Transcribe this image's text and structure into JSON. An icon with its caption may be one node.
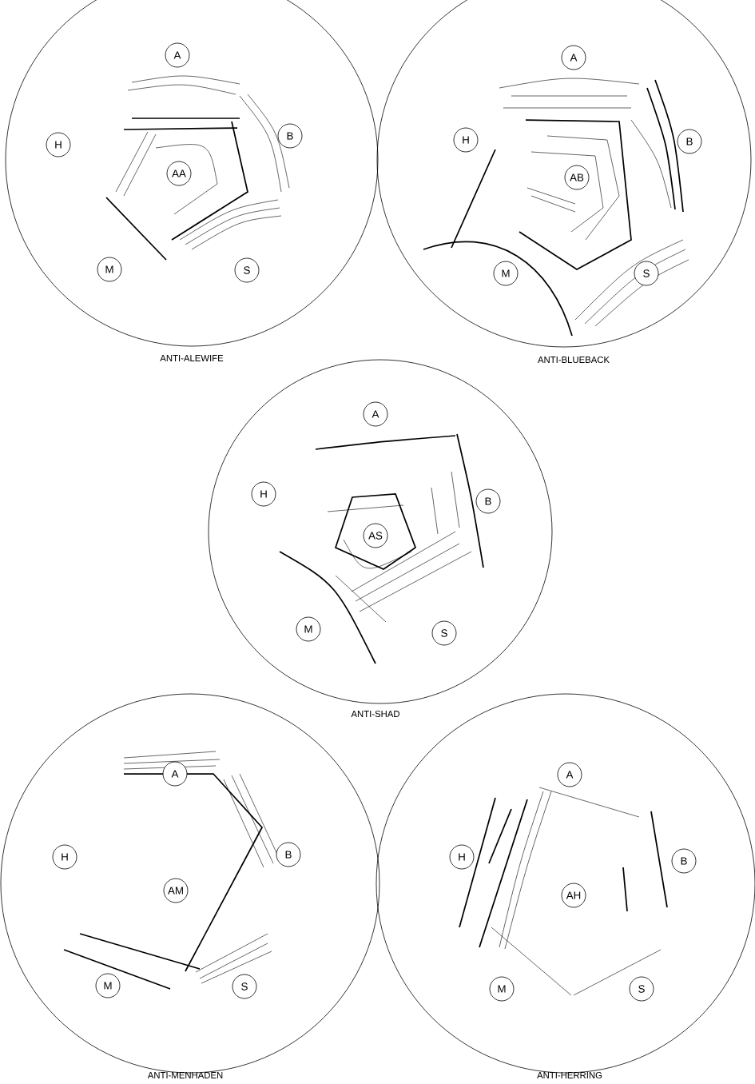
{
  "diagram": {
    "nodes": [
      {
        "text": [
          "ANTI-ALEWIFE"
        ]
      },
      {
        "text": [
          "A"
        ],
        "in": 0
      },
      {
        "text": [
          "H"
        ],
        "in": 0
      },
      {
        "text": [
          "B"
        ],
        "in": 0
      },
      {
        "text": [
          "AA"
        ],
        "in": 0
      },
      {
        "text": [
          "M"
        ],
        "in": 0
      },
      {
        "text": [
          "S"
        ],
        "in": 0
      },
      {
        "text": [
          "ANTI-BLUEBACK"
        ]
      },
      {
        "text": [
          "A"
        ],
        "in": 7
      },
      {
        "text": [
          "H"
        ],
        "in": 7
      },
      {
        "text": [
          "B"
        ],
        "in": 7
      },
      {
        "text": [
          "AB"
        ],
        "in": 7
      },
      {
        "text": [
          "M"
        ],
        "in": 7
      },
      {
        "text": [
          "S"
        ],
        "in": 7
      },
      {
        "text": [
          "ANTI-SHAD"
        ]
      },
      {
        "text": [
          "A"
        ],
        "in": 14
      },
      {
        "text": [
          "H"
        ],
        "in": 14
      },
      {
        "text": [
          "B"
        ],
        "in": 14
      },
      {
        "text": [
          "AS"
        ],
        "in": 14
      },
      {
        "text": [
          "M"
        ],
        "in": 14
      },
      {
        "text": [
          "S"
        ],
        "in": 14
      },
      {
        "text": [
          "ANTI-MENHADEN"
        ]
      },
      {
        "text": [
          "A"
        ],
        "in": 21
      },
      {
        "text": [
          "H"
        ],
        "in": 21
      },
      {
        "text": [
          "B"
        ],
        "in": 21
      },
      {
        "text": [
          "AM"
        ],
        "in": 21
      },
      {
        "text": [
          "M"
        ],
        "in": 21
      },
      {
        "text": [
          "S"
        ],
        "in": 21
      },
      {
        "text": [
          "ANTI-HERRING"
        ]
      },
      {
        "text": [
          "A"
        ],
        "in": 28
      },
      {
        "text": [
          "H"
        ],
        "in": 28
      },
      {
        "text": [
          "B"
        ],
        "in": 28
      },
      {
        "text": [
          "AH"
        ],
        "in": 28
      },
      {
        "text": [
          "M"
        ],
        "in": 28
      },
      {
        "text": [
          "S"
        ],
        "in": 28
      }
    ]
  }
}
